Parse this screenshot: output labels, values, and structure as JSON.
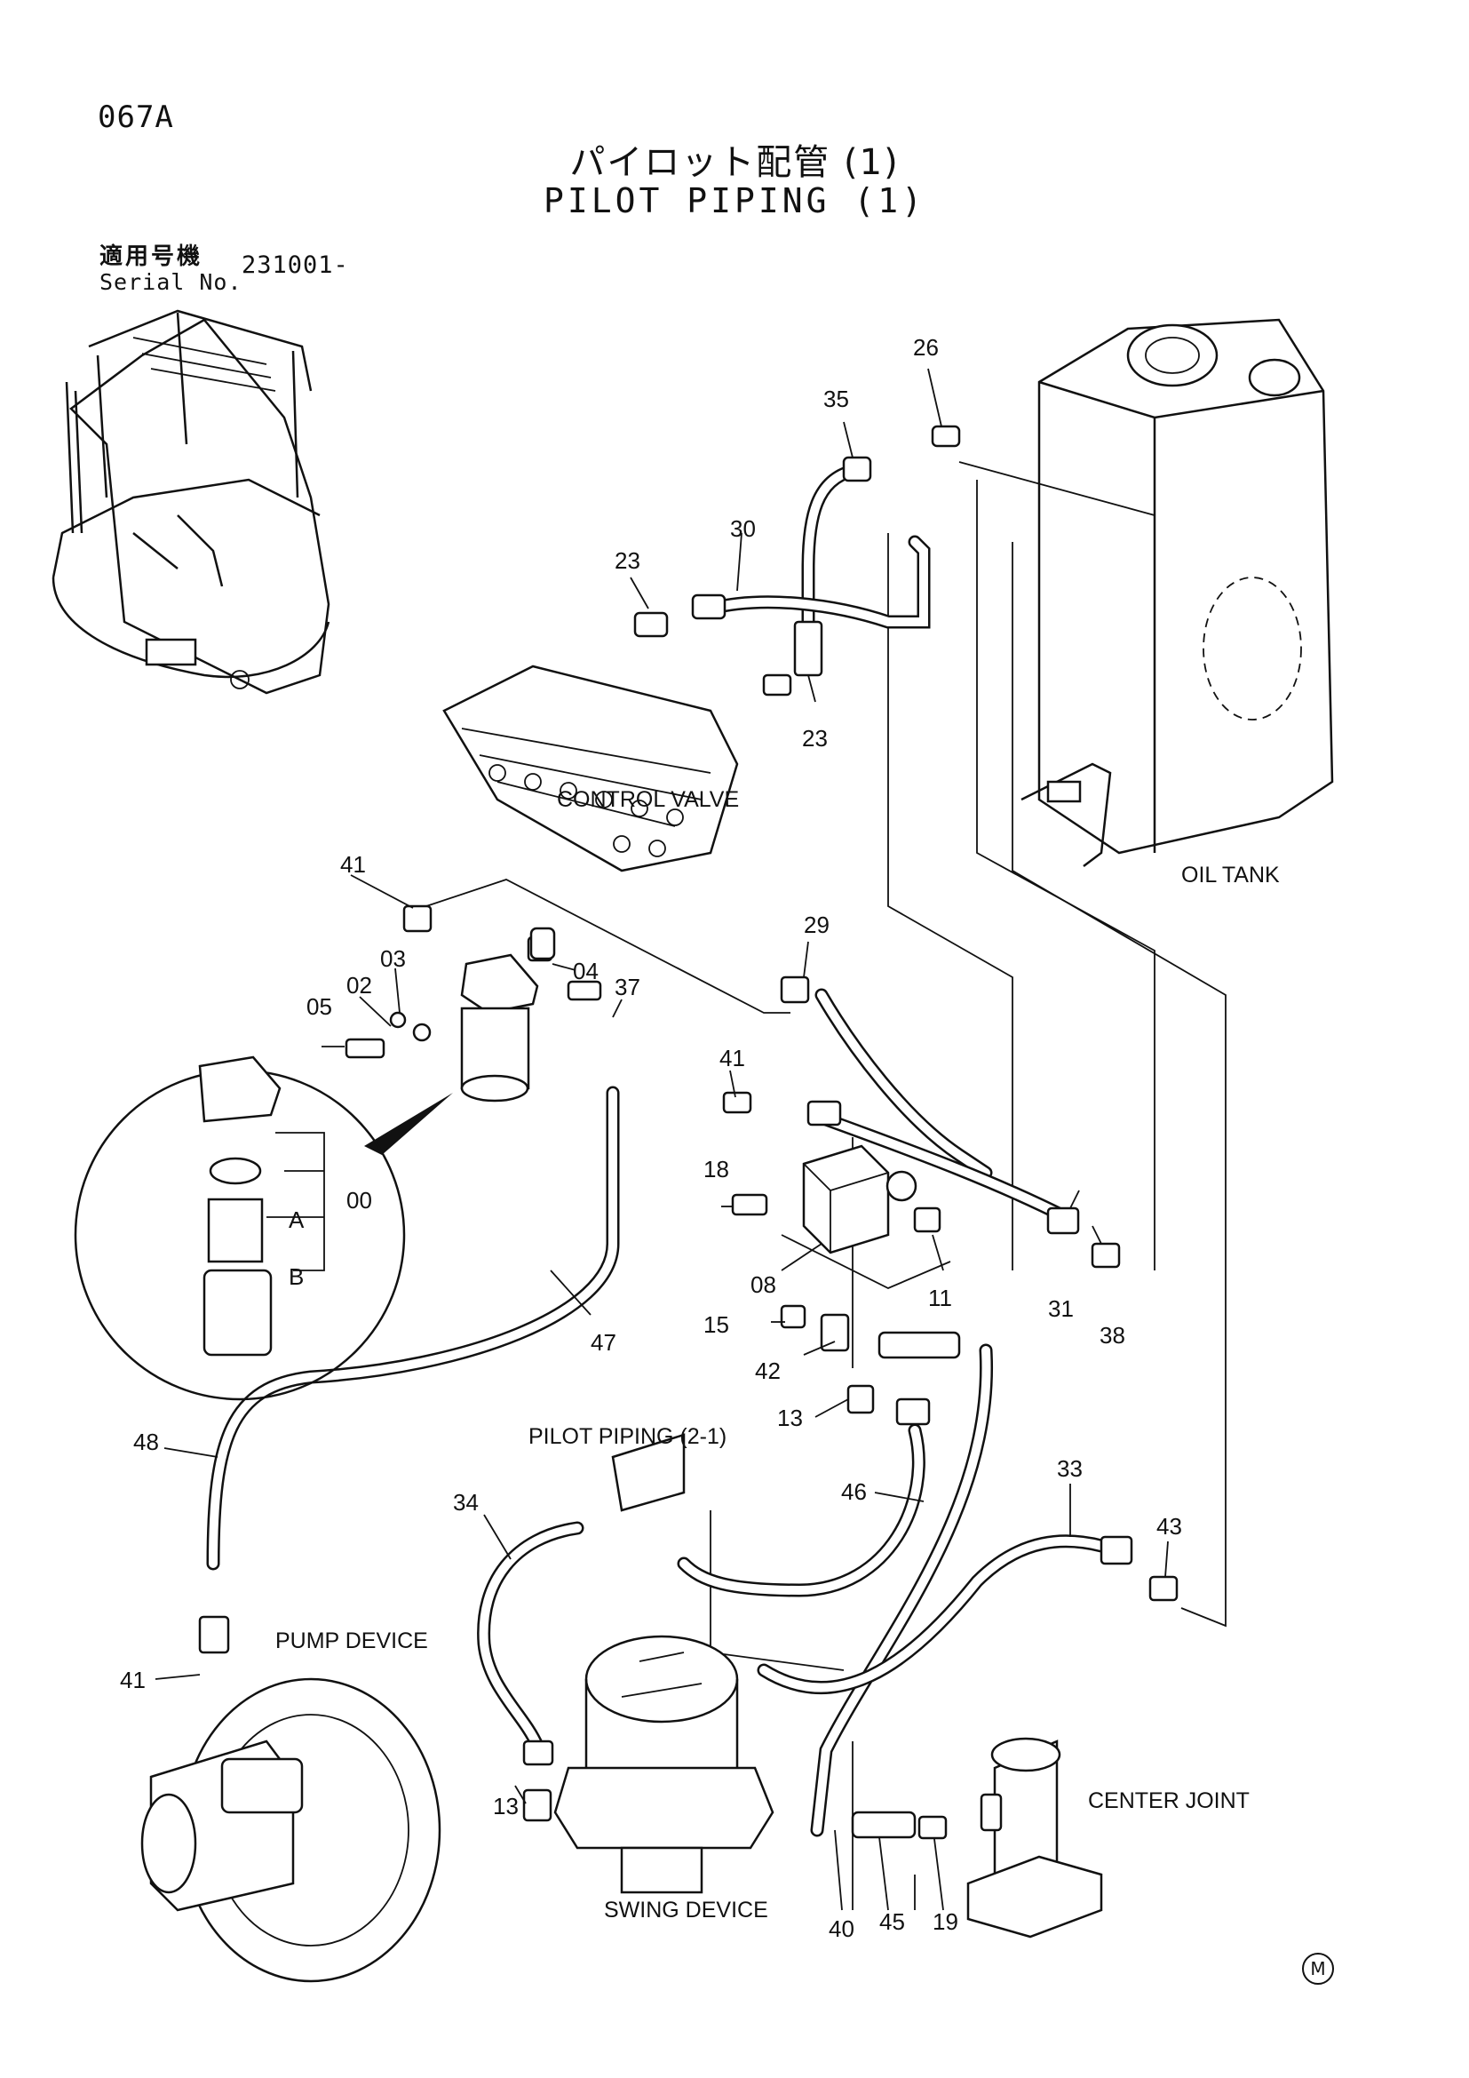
{
  "header": {
    "page_code": "067A",
    "title_jp": "パイロット配管 (1)",
    "title_en": "PILOT PIPING (1)",
    "serial_label_jp": "適用号機",
    "serial_label_en": "Serial No.",
    "serial_value": "231001-"
  },
  "component_labels": {
    "control_valve": "CONTROL VALVE",
    "oil_tank": "OIL TANK",
    "pilot_piping_2_1": "PILOT PIPING (2-1)",
    "pump_device": "PUMP DEVICE",
    "swing_device": "SWING DEVICE",
    "center_joint": "CENTER JOINT"
  },
  "part_numbers": {
    "p26": "26",
    "p35": "35",
    "p30": "30",
    "p23a": "23",
    "p23b": "23",
    "p41a": "41",
    "p03": "03",
    "p04": "04",
    "p02": "02",
    "p05": "05",
    "p37": "37",
    "p29": "29",
    "p41b": "41",
    "p18": "18",
    "p00": "00",
    "pA": "A",
    "pB": "B",
    "p08": "08",
    "p11": "11",
    "p31": "31",
    "p38": "38",
    "p15": "15",
    "p47": "47",
    "p42": "42",
    "p13a": "13",
    "p48": "48",
    "p46": "46",
    "p34": "34",
    "p33": "33",
    "p43": "43",
    "p41c": "41",
    "p13b": "13",
    "p40": "40",
    "p45": "45",
    "p19": "19"
  },
  "footer": {
    "mark": "M"
  }
}
